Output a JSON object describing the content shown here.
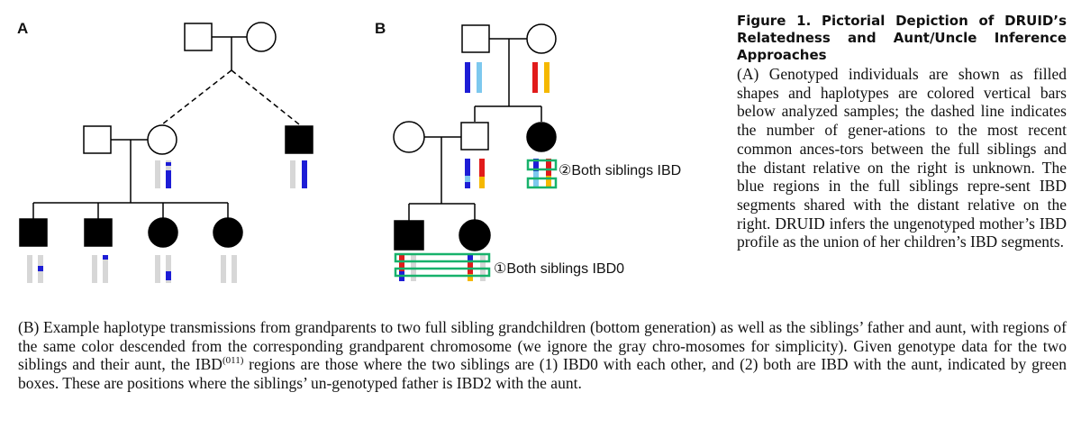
{
  "panels": {
    "a_label": "A",
    "b_label": "B"
  },
  "annotations": {
    "note1": "①Both siblings IBD0",
    "note2": "②Both siblings IBD"
  },
  "caption": {
    "title": "Figure 1.   Pictorial Depiction of DRUID’s Relatedness and Aunt/Uncle Inference Approaches",
    "a_text": "(A) Genotyped individuals are shown as filled shapes and haplotypes are colored vertical bars below analyzed samples; the dashed line indicates the number of gener-ations to the most recent common ances-tors between the full siblings and the distant relative on the right is unknown. The blue regions in the full siblings repre-sent IBD segments shared with the distant relative on the right. DRUID infers the ungenotyped mother’s IBD profile as the union of her children’s IBD segments.",
    "b_text_1": "(B) Example haplotype transmissions from grandparents to two full sibling grandchildren (bottom generation) as well as the siblings’ father and aunt, with regions of the same color descended from the corresponding grandparent chromosome (we ignore the gray chro-mosomes for simplicity). Given genotype data for the two siblings and their aunt, the IBD",
    "b_sup": "(011)",
    "b_text_2": " regions are those where the two siblings are (1) IBD0 with each other, and (2) both are IBD with the aunt, indicated by green boxes. These are positions where the siblings’ un-genotyped father is IBD2 with the aunt."
  },
  "colors": {
    "ibd_blue": "#1d1dd6",
    "light_blue": "#7dc8ee",
    "red": "#e11b1b",
    "yellow": "#f5b800",
    "gray": "#d7d7d7",
    "green": "#17b26b",
    "black": "#000000"
  }
}
